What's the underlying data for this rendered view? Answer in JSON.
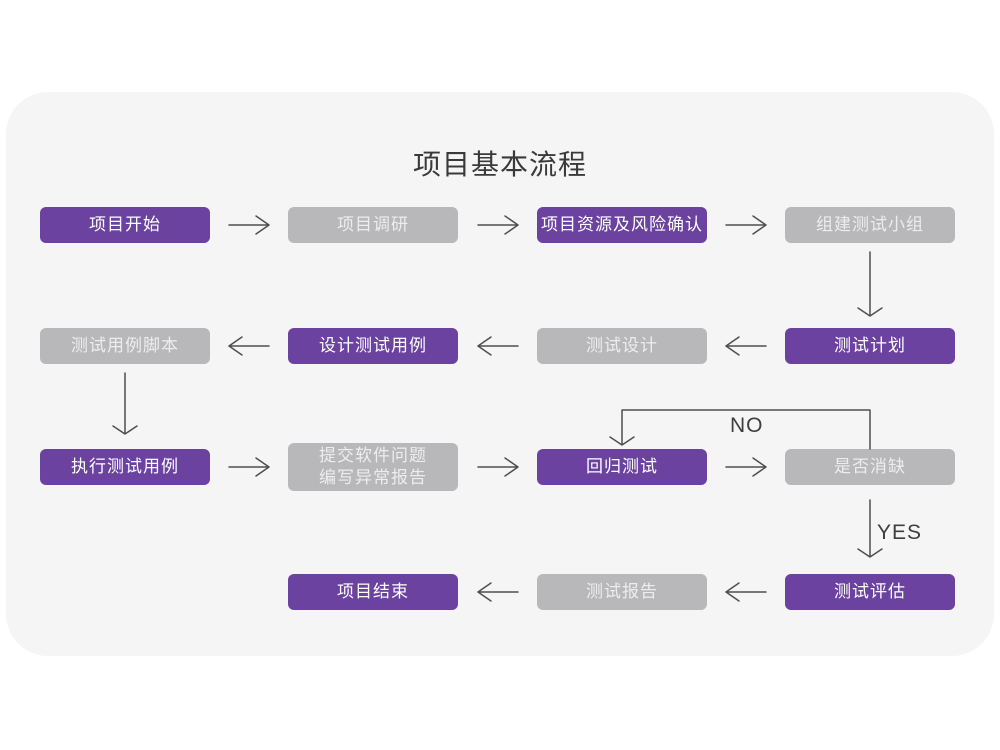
{
  "title": "项目基本流程",
  "colors": {
    "node_purple": "#6b42a0",
    "node_gray": "#b8b8ba",
    "card_background": "#f5f5f6",
    "page_background": "#ffffff",
    "arrow": "#4f4f4f",
    "title_text": "#3a3a3a",
    "purple_node_text": "#ffffff",
    "gray_node_text": "#ededed"
  },
  "flowchart": {
    "nodes": [
      {
        "id": "project-start",
        "label": "项目开始",
        "style": "purple"
      },
      {
        "id": "project-research",
        "label": "项目调研",
        "style": "gray"
      },
      {
        "id": "resources-risk-confirm",
        "label": "项目资源及风险确认",
        "style": "purple"
      },
      {
        "id": "build-test-team",
        "label": "组建测试小组",
        "style": "gray"
      },
      {
        "id": "test-case-script",
        "label": "测试用例脚本",
        "style": "gray"
      },
      {
        "id": "design-test-case",
        "label": "设计测试用例",
        "style": "purple"
      },
      {
        "id": "test-design",
        "label": "测试设计",
        "style": "gray"
      },
      {
        "id": "test-plan",
        "label": "测试计划",
        "style": "purple"
      },
      {
        "id": "execute-test-case",
        "label": "执行测试用例",
        "style": "purple"
      },
      {
        "id": "submit-issue-report",
        "label": "提交软件问题\n编写异常报告",
        "style": "gray"
      },
      {
        "id": "regression-test",
        "label": "回归测试",
        "style": "purple"
      },
      {
        "id": "defect-cleared",
        "label": "是否消缺",
        "style": "gray"
      },
      {
        "id": "project-end",
        "label": "项目结束",
        "style": "purple"
      },
      {
        "id": "test-report",
        "label": "测试报告",
        "style": "gray"
      },
      {
        "id": "test-evaluation",
        "label": "测试评估",
        "style": "purple"
      }
    ],
    "edges": [
      {
        "from": "project-start",
        "to": "project-research"
      },
      {
        "from": "project-research",
        "to": "resources-risk-confirm"
      },
      {
        "from": "resources-risk-confirm",
        "to": "build-test-team"
      },
      {
        "from": "build-test-team",
        "to": "test-plan"
      },
      {
        "from": "test-plan",
        "to": "test-design"
      },
      {
        "from": "test-design",
        "to": "design-test-case"
      },
      {
        "from": "design-test-case",
        "to": "test-case-script"
      },
      {
        "from": "test-case-script",
        "to": "execute-test-case"
      },
      {
        "from": "execute-test-case",
        "to": "submit-issue-report"
      },
      {
        "from": "submit-issue-report",
        "to": "regression-test"
      },
      {
        "from": "regression-test",
        "to": "defect-cleared"
      },
      {
        "from": "defect-cleared",
        "to": "regression-test",
        "label": "NO"
      },
      {
        "from": "defect-cleared",
        "to": "test-evaluation",
        "label": "YES"
      },
      {
        "from": "test-evaluation",
        "to": "test-report"
      },
      {
        "from": "test-report",
        "to": "project-end"
      }
    ],
    "edge_labels": {
      "no": "NO",
      "yes": "YES"
    }
  }
}
